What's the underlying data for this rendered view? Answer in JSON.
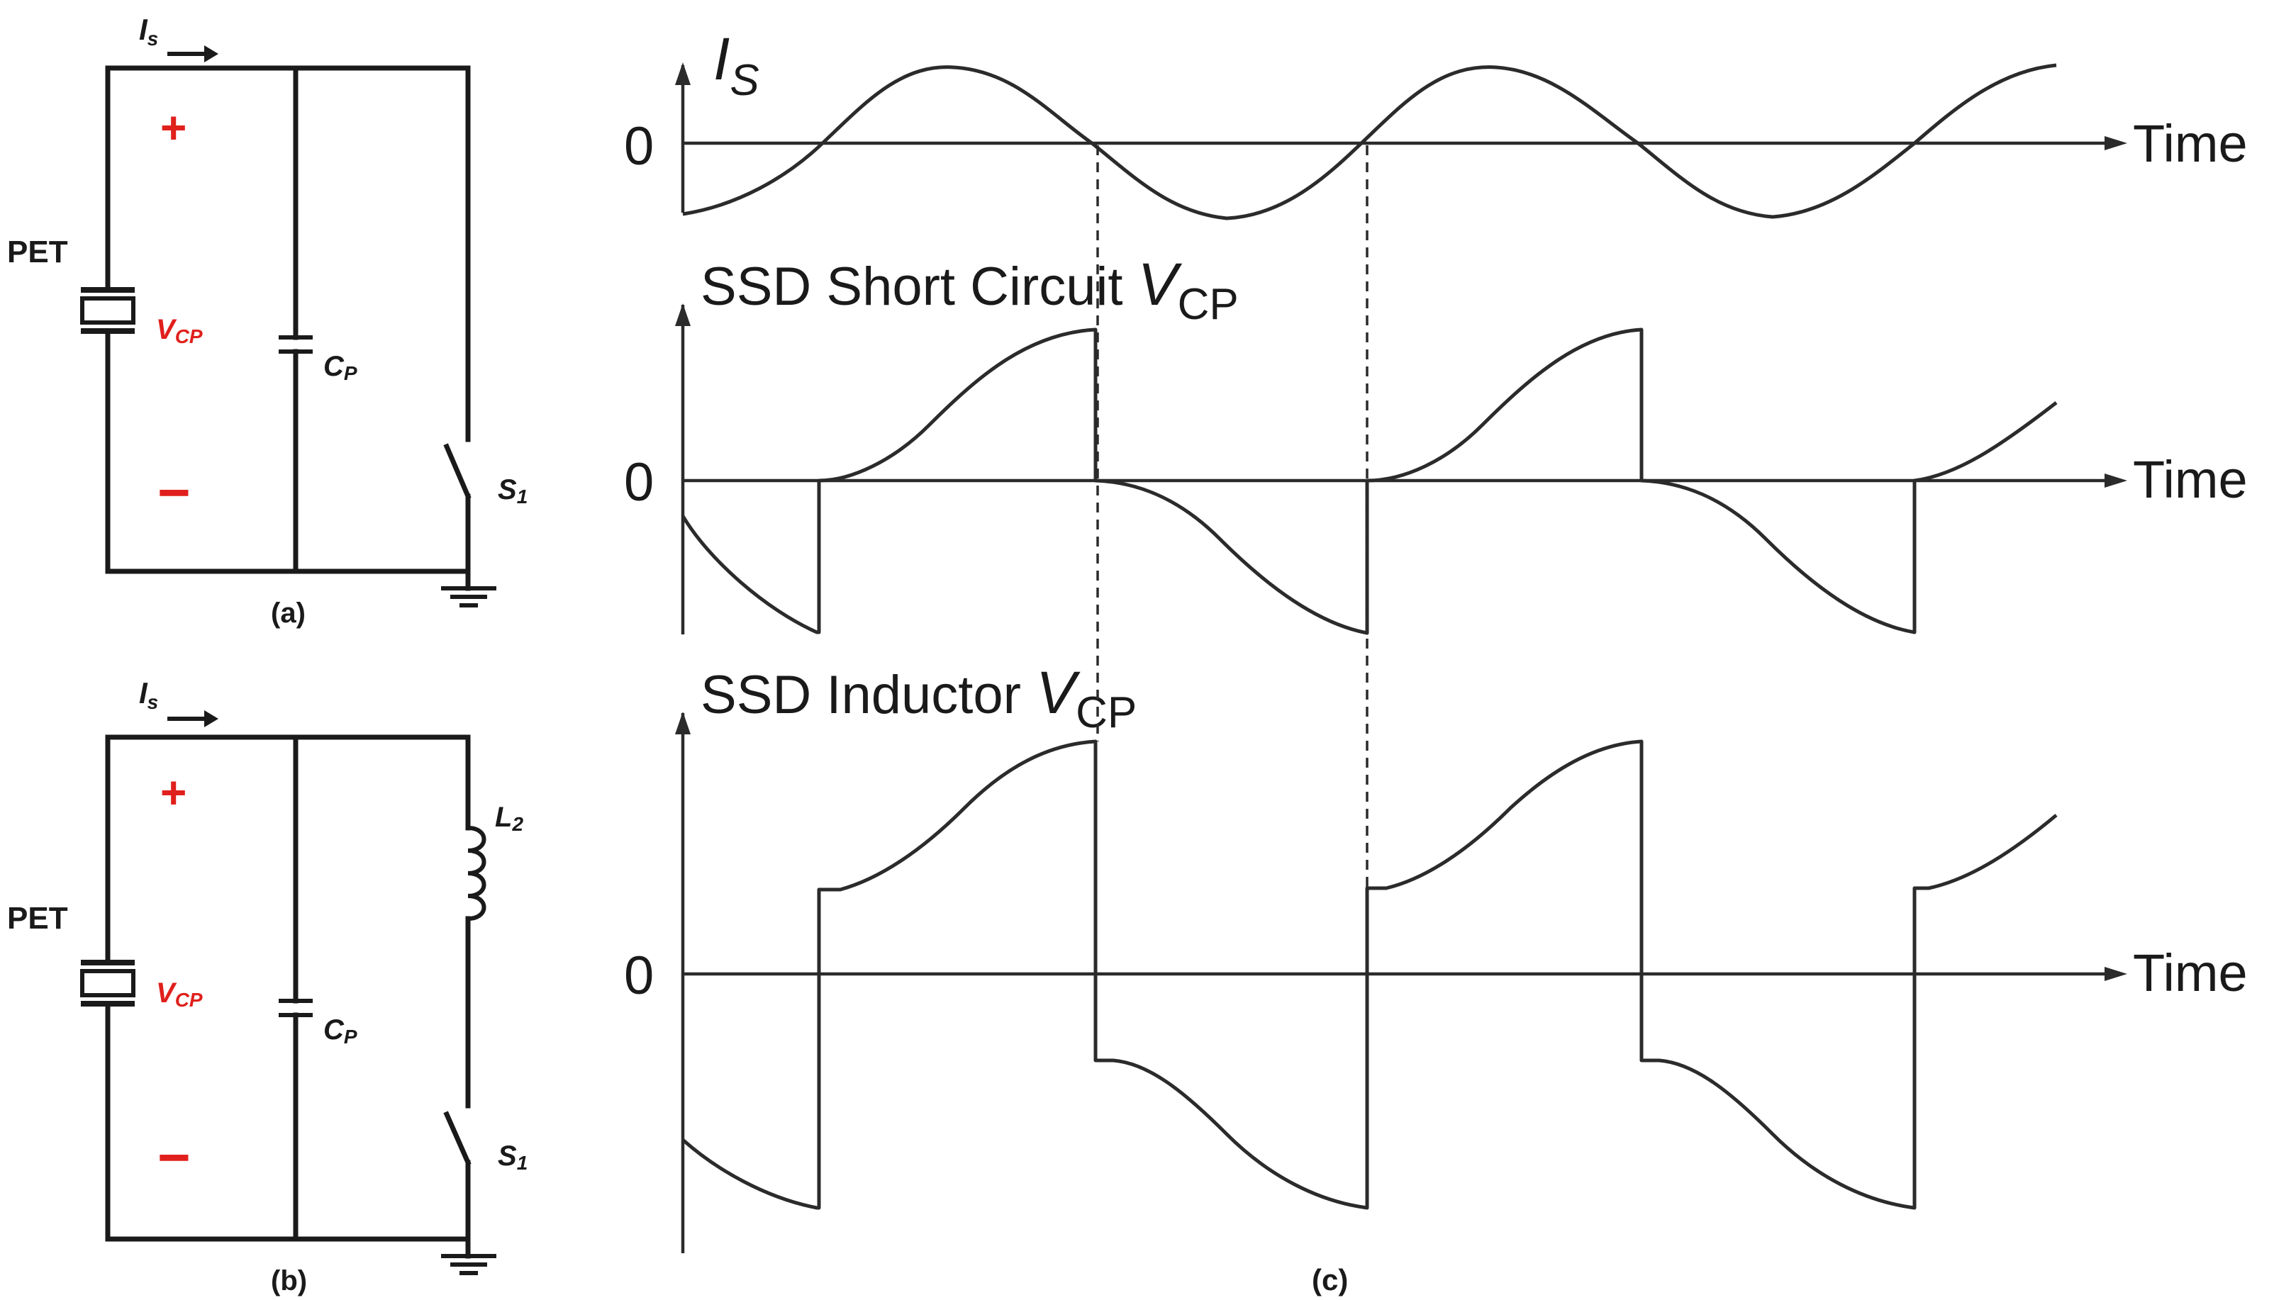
{
  "circuit_a": {
    "current_label": "I",
    "current_sub": "s",
    "plus": "+",
    "minus": "−",
    "source_label": "PET",
    "voltage_label": "V",
    "voltage_sub": "CP",
    "cap_label": "C",
    "cap_sub": "P",
    "switch_label": "S",
    "switch_sub": "1",
    "caption": "(a)"
  },
  "circuit_b": {
    "current_label": "I",
    "current_sub": "s",
    "plus": "+",
    "minus": "−",
    "source_label": "PET",
    "voltage_label": "V",
    "voltage_sub": "CP",
    "cap_label": "C",
    "cap_sub": "P",
    "inductor_label": "L",
    "inductor_sub": "2",
    "switch_label": "S",
    "switch_sub": "1",
    "caption": "(b)"
  },
  "waveforms": {
    "caption": "(c)",
    "panels": [
      {
        "title_main": "I",
        "title_sub": "S",
        "zero_label": "0",
        "axis_label": "Time"
      },
      {
        "title_main": "SSD Short Circuit ",
        "title_var": "V",
        "title_sub": "CP",
        "zero_label": "0",
        "axis_label": "Time"
      },
      {
        "title_main": "SSD Inductor ",
        "title_var": "V",
        "title_sub": "CP",
        "zero_label": "0",
        "axis_label": "Time"
      }
    ]
  },
  "colors": {
    "accent": "#e0201c",
    "line": "#1a1a1a"
  }
}
